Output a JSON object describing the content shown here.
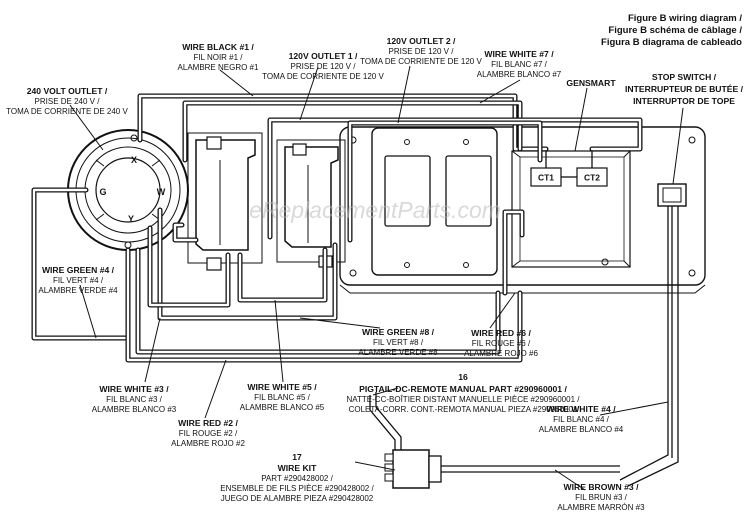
{
  "title": {
    "line1": "Figure B wiring diagram /",
    "line2": "Figure B schéma de câblage /",
    "line3": "Figura B diagrama de cableado"
  },
  "watermark": "eReplacementParts.com",
  "labels": {
    "outlet240": [
      "240 VOLT OUTLET /",
      "PRISE DE 240 V  /",
      "TOMA DE CORRIENTE DE 240 V"
    ],
    "wire_black1": [
      "WIRE BLACK #1 /",
      "FIL NOIR #1 /",
      "ALAMBRE NEGRO #1"
    ],
    "outlet1": [
      "120V OUTLET 1 /",
      "PRISE DE 120 V /",
      "TOMA DE CORRIENTE DE 120 V"
    ],
    "outlet2": [
      "120V OUTLET 2 /",
      "PRISE DE 120 V /",
      "TOMA DE CORRIENTE DE 120 V"
    ],
    "wire_white7": [
      "WIRE WHITE #7 /",
      "FIL BLANC #7 /",
      "ALAMBRE BLANCO #7"
    ],
    "gensmart": "GENSMART",
    "stop_switch": [
      "STOP SWITCH /",
      "INTERRUPTEUR DE BUTÉE /",
      "INTERRUPTOR DE TOPE"
    ],
    "wire_green4": [
      "WIRE GREEN #4 /",
      "FIL VERT #4 /",
      "ALAMBRE VERDE #4"
    ],
    "wire_green8": [
      "WIRE GREEN #8 /",
      "FIL VERT #8 /",
      "ALAMBRE VERDE #8"
    ],
    "wire_red6": [
      "WIRE RED #6 /",
      "FIL ROUGE #6 /",
      "ALAMBRE ROJO #6"
    ],
    "wire_white3": [
      "WIRE WHITE #3 /",
      "FIL BLANC #3 /",
      "ALAMBRE BLANCO #3"
    ],
    "wire_white5": [
      "WIRE WHITE #5 /",
      "FIL BLANC #5 /",
      "ALAMBRE BLANCO #5"
    ],
    "pigtail_num": "16",
    "pigtail": [
      "PIGTAIL-DC-REMOTE MANUAL PART #290960001 /",
      "NATTE-CC-BOÎTIER DISTANT MANUELLE PIÈCE #290960001 /",
      "COLETA-CORR. CONT.-REMOTA  MANUAL PIEZA #290960001"
    ],
    "wire_red2": [
      "WIRE RED #2 /",
      "FIL ROUGE #2 /",
      "ALAMBRE ROJO #2"
    ],
    "wire_white4": [
      "WIRE WHITE #4 /",
      "FIL BLANC #4 /",
      "ALAMBRE BLANCO #4"
    ],
    "wire_kit_num": "17",
    "wire_kit": [
      "WIRE KIT",
      "PART #290428002 /",
      "ENSEMBLE DE FILS PIÈCE  #290428002 /",
      "JUEGO DE ALAMBRE  PIEZA #290428002"
    ],
    "wire_brown3": [
      "WIRE BROWN #3 /",
      "FIL BRUN #3 /",
      "ALAMBRE MARRÓN #3"
    ]
  },
  "terminals": {
    "x": "X",
    "g": "G",
    "w": "W",
    "y": "Y"
  },
  "ct1": "CT1",
  "ct2": "CT2"
}
